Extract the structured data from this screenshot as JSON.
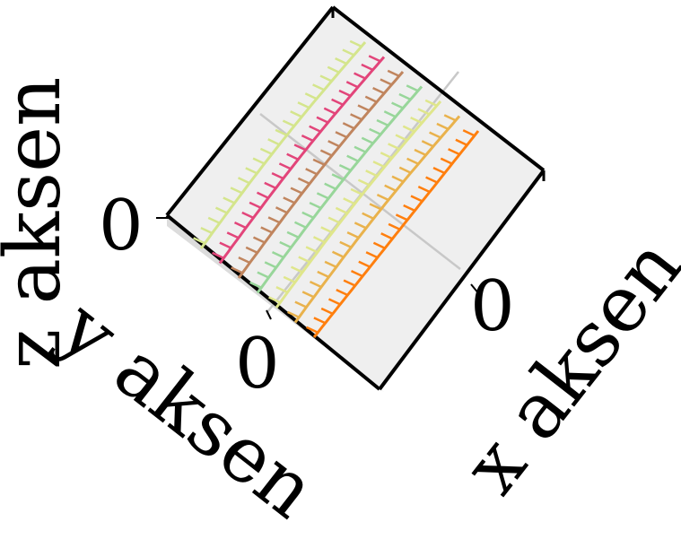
{
  "chart_data": {
    "type": "surface-3d",
    "title": "",
    "xlabel": "x aksen",
    "ylabel": "y aksen",
    "zlabel": "z aksen",
    "x_ticks": [
      "0"
    ],
    "y_ticks": [
      "0"
    ],
    "z_ticks": [
      "0"
    ],
    "grid": true,
    "pane_color": "#efefef",
    "series": [
      {
        "values": [
          0
        ],
        "color": "#ff7f0e"
      },
      {
        "values": [
          0
        ],
        "color": "#e9b24c"
      },
      {
        "values": [
          0
        ],
        "color": "#dfe68b"
      },
      {
        "values": [
          0
        ],
        "color": "#98d69a"
      },
      {
        "values": [
          0
        ],
        "color": "#c0855e"
      },
      {
        "values": [
          0
        ],
        "color": "#e2457a"
      },
      {
        "values": [
          0
        ],
        "color": "#d4e58c"
      }
    ]
  }
}
